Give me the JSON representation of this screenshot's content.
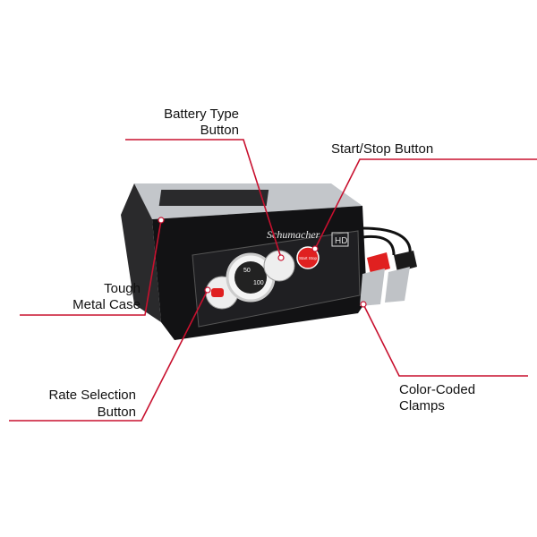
{
  "title": "Battery charger feature callouts",
  "callouts": {
    "battery_type": [
      "Battery Type",
      "Button"
    ],
    "start_stop": [
      "Start/Stop Button"
    ],
    "metal_case": [
      "Tough",
      "Metal Case"
    ],
    "rate_selection": [
      "Rate Selection",
      "Button"
    ],
    "clamps": [
      "Color-Coded",
      "Clamps"
    ]
  },
  "product": {
    "brand": "Schumacher",
    "badge": "HD",
    "button_label": "Start Stop",
    "dial_values": [
      "50",
      "100"
    ]
  },
  "colors": {
    "leader": "#c8102e",
    "body": "#1c1c1e",
    "top": "#b9bcc0",
    "clamp_red": "#e02020"
  }
}
